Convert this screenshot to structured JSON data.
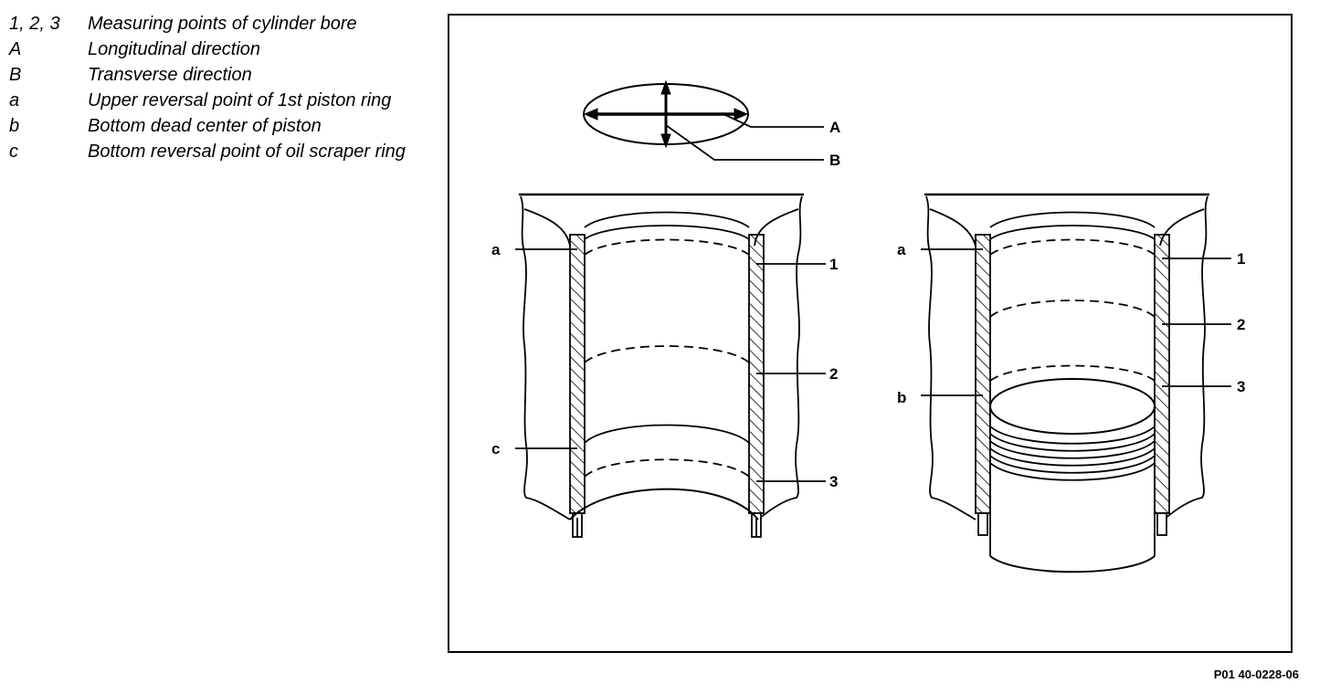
{
  "legend": [
    {
      "key": "1, 2, 3",
      "text": "Measuring points of cylinder bore"
    },
    {
      "key": "A",
      "text": "Longitudinal direction"
    },
    {
      "key": "B",
      "text": "Transverse direction"
    },
    {
      "key": "a",
      "text": "Upper reversal point of 1st piston ring"
    },
    {
      "key": "b",
      "text": "Bottom dead center of piston"
    },
    {
      "key": "c",
      "text": "Bottom reversal point of oil scraper ring"
    }
  ],
  "diagram": {
    "labels": {
      "A": "A",
      "B": "B",
      "left_a": "a",
      "left_c": "c",
      "left_1": "1",
      "left_2": "2",
      "left_3": "3",
      "right_a": "a",
      "right_b": "b",
      "right_1": "1",
      "right_2": "2",
      "right_3": "3"
    }
  },
  "figure_id": "P01 40-0228-06"
}
